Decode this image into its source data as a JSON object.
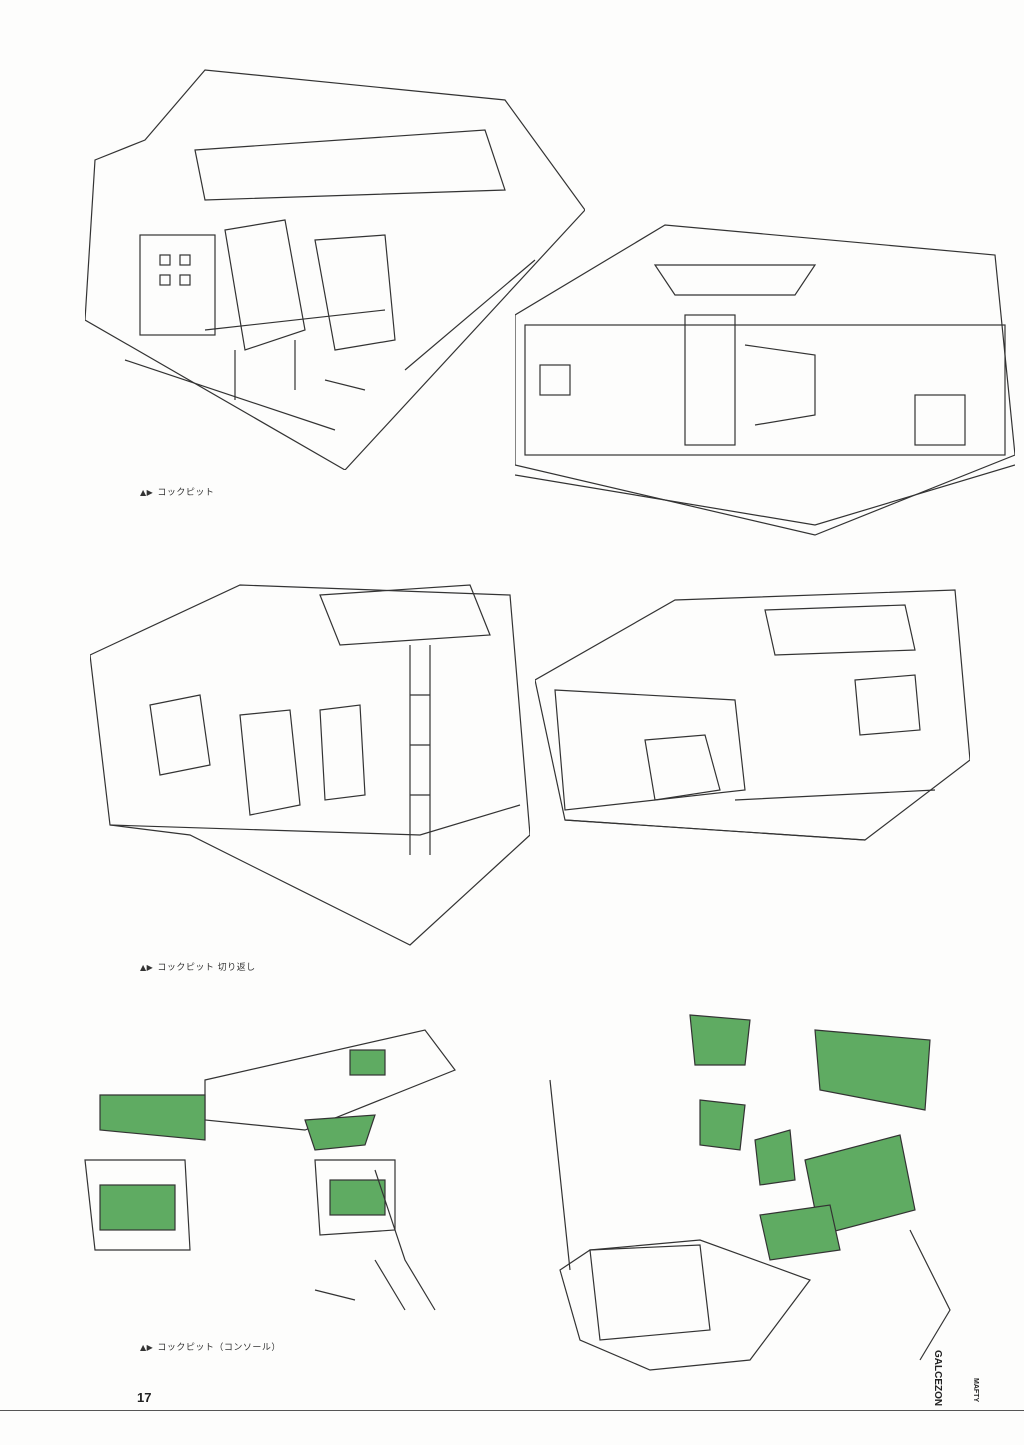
{
  "captions": {
    "mark": "▲▶",
    "row1": "コックピット",
    "row2": "コックピット 切り返し",
    "row3": "コックピット（コンソール）"
  },
  "footer": {
    "page_number": "17",
    "brand": "GALCEZON",
    "sub_brand": "MAFTY"
  },
  "colors": {
    "panel_green": "#5fab62",
    "line": "#333333"
  }
}
